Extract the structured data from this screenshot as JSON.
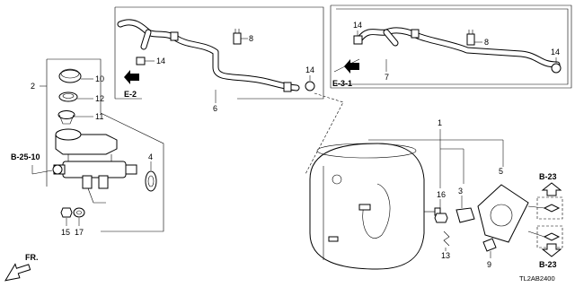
{
  "callouts": {
    "c1": "1",
    "c2": "2",
    "c3": "3",
    "c4": "4",
    "c5": "5",
    "c6": "6",
    "c7": "7",
    "c8a": "8",
    "c8b": "8",
    "c9": "9",
    "c10": "10",
    "c11": "11",
    "c12": "12",
    "c13": "13",
    "c14a": "14",
    "c14b": "14",
    "c14c": "14",
    "c14d": "14",
    "c15": "15",
    "c16": "16",
    "c17": "17"
  },
  "references": {
    "e2": "E-2",
    "e31": "E-3-1",
    "b2510": "B-25-10",
    "b23a": "B-23",
    "b23b": "B-23"
  },
  "direction_label": "FR.",
  "diagram_code": "TL2AB2400"
}
